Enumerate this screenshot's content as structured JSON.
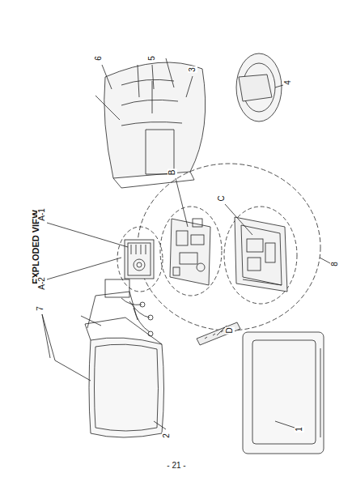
{
  "diagram": {
    "title": "EXPLODED VIEW",
    "labels": [
      "A-2",
      "A-1",
      "7",
      "2",
      "1",
      "8",
      "D",
      "C",
      "B",
      "6",
      "5",
      "3",
      "4",
      "- 21 -"
    ]
  }
}
